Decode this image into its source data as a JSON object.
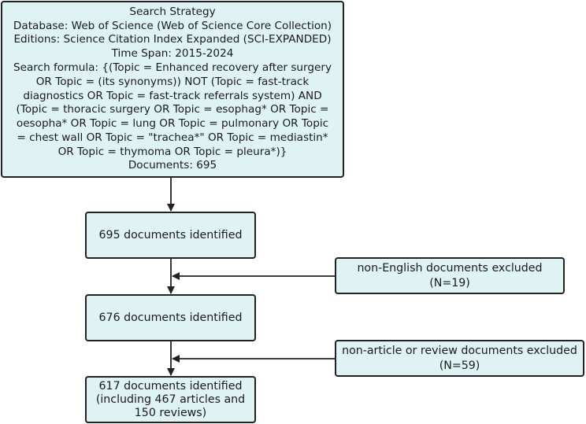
{
  "strategy": {
    "lines": [
      "Search Strategy",
      "Database: Web of Science (Web of Science Core Collection)",
      "Editions: Science Citation Index Expanded  (SCI-EXPANDED)",
      "Time Span: 2015-2024",
      "Search formula: {(Topic = Enhanced recovery after surgery",
      "OR Topic = (its synonyms)) NOT (Topic = fast-track",
      "diagnostics OR Topic = fast-track referrals system) AND",
      "(Topic = thoracic surgery OR Topic = esophag* OR Topic =",
      "oesopha* OR Topic = lung OR Topic = pulmonary OR Topic",
      "= chest wall  OR Topic = \"trachea*\" OR Topic = mediastin*",
      "OR Topic = thymoma OR Topic = pleura*)}",
      "Documents: 695"
    ]
  },
  "steps": [
    {
      "lines": [
        "695 documents identified"
      ]
    },
    {
      "lines": [
        "676 documents identified"
      ]
    },
    {
      "lines": [
        "617 documents identified",
        "(including 467 articles and",
        "150 reviews)"
      ]
    }
  ],
  "exclusions": [
    {
      "lines": [
        "non-English documents excluded",
        "(N=19)"
      ]
    },
    {
      "lines": [
        "non-article or review documents excluded",
        "(N=59)"
      ]
    }
  ]
}
